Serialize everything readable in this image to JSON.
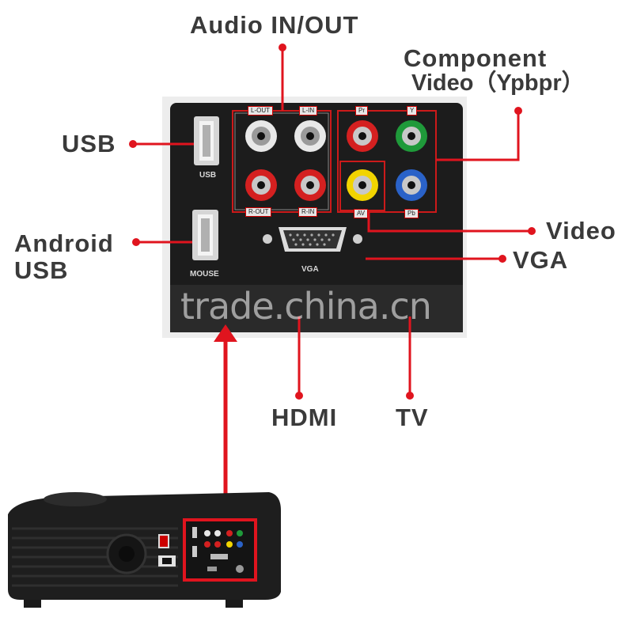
{
  "labels": {
    "audio": "Audio IN/OUT",
    "component_line1": "Component",
    "component_line2": "Video（Ypbpr）",
    "usb": "USB",
    "android_line1": "Android",
    "android_line2": "USB",
    "video": "Video",
    "vga": "VGA",
    "hdmi": "HDMI",
    "tv": "TV"
  },
  "panel": {
    "l_out": "L-OUT",
    "l_in": "L-IN",
    "r_out": "R-OUT",
    "r_in": "R-IN",
    "pr": "Pr",
    "y": "Y",
    "pb": "Pb",
    "av": "AV",
    "usb": "USB",
    "mouse": "MOUSE",
    "vga": "VGA"
  },
  "watermark": "trade.china.cn",
  "colors": {
    "accent": "#e0141e",
    "label": "#3a3a3a",
    "panel": "#1c1c1c",
    "jack_white": "#e8e8e8",
    "jack_red": "#d42020",
    "jack_yellow": "#f2d400",
    "jack_green": "#1f9a3a",
    "jack_blue": "#2a62c8"
  }
}
